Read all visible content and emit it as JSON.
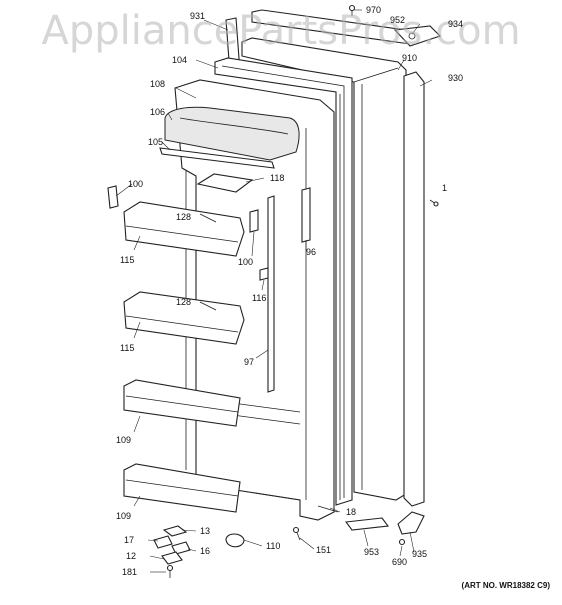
{
  "watermark": "AppliancePartsPros.com",
  "art_number": "(ART NO. WR18382 C9)",
  "parts": [
    {
      "id": "931"
    },
    {
      "id": "970"
    },
    {
      "id": "952"
    },
    {
      "id": "934"
    },
    {
      "id": "104"
    },
    {
      "id": "910"
    },
    {
      "id": "930"
    },
    {
      "id": "108"
    },
    {
      "id": "106"
    },
    {
      "id": "105"
    },
    {
      "id": "118"
    },
    {
      "id": "100"
    },
    {
      "id": "1"
    },
    {
      "id": "128"
    },
    {
      "id": "115"
    },
    {
      "id": "96"
    },
    {
      "id": "116"
    },
    {
      "id": "97"
    },
    {
      "id": "109"
    },
    {
      "id": "18"
    },
    {
      "id": "13"
    },
    {
      "id": "17"
    },
    {
      "id": "16"
    },
    {
      "id": "12"
    },
    {
      "id": "181"
    },
    {
      "id": "110"
    },
    {
      "id": "151"
    },
    {
      "id": "953"
    },
    {
      "id": "935"
    },
    {
      "id": "690"
    }
  ]
}
